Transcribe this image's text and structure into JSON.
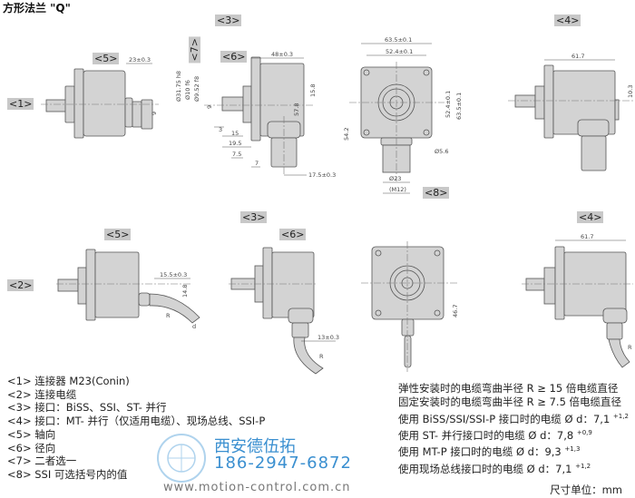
{
  "title": "方形法兰 \"Q\"",
  "tags": {
    "t1": "<1>",
    "t2": "<2>",
    "t3": "<3>",
    "t4": "<4>",
    "t5": "<5>",
    "t6": "<6>",
    "t7": "<7>",
    "t8": "<8>"
  },
  "dimensions": {
    "d23": "23±0.3",
    "d9": "9",
    "d48": "48±0.3",
    "d_shaft1": "Ø31.75 h8",
    "d_shaft2": "Ø10 f6",
    "d_shaft3": "Ø9.52 f8",
    "d15_8": "15.8",
    "d57_8": "57.8",
    "d3": "3",
    "d15": "15",
    "d19_5": "19.5",
    "d7_5": "7.5",
    "d7": "7",
    "d17_5": "17.5±0.3",
    "d63_5": "63.5±0.1",
    "d52_4": "52.4±0.1",
    "d54_2": "54.2",
    "d5_6": "Ø5.6",
    "d_ø23": "Ø23",
    "d_m12": "(M12)",
    "d61_7": "61.7",
    "d10_3": "10.3",
    "d15_5": "15.5±0.3",
    "d14_8": "14.8",
    "d13": "13±0.3",
    "d46_7": "46.7",
    "R": "R",
    "d": "d"
  },
  "legend": [
    "<1> 连接器 M23(Conin)",
    "<2> 连接电缆",
    "<3> 接口：BiSS、SSI、ST- 并行",
    "<4> 接口：MT- 并行（仅适用电缆）、现场总线、SSI-P",
    "<5> 轴向",
    "<6> 径向",
    "<7> 二者选一",
    "<8> SSI 可选括号内的值"
  ],
  "notes": [
    {
      "text": "弹性安装时的电缆弯曲半径 R ≥ 15 倍电缆直径",
      "tol": ""
    },
    {
      "text": "固定安装时的电缆弯曲半径 R ≥ 7.5 倍电缆直径",
      "tol": ""
    },
    {
      "text": "使用 BiSS/SSI/SSI-P 接口时的电缆 Ø d：7,1",
      "tol": "+1,2"
    },
    {
      "text": "使用 ST- 并行接口时的电缆 Ø d：7,8",
      "tol": "+0,9"
    },
    {
      "text": "使用 MT-P 接口时的电缆 Ø d：9,3",
      "tol": "+1,3"
    },
    {
      "text": "使用现场总线接口时的电缆 Ø d：7,1",
      "tol": "+1,2"
    }
  ],
  "unit": "尺寸单位：mm",
  "watermark": {
    "name": "西安德伍拓",
    "phone": "186-2947-6872",
    "url": "www.motion-control.com.cn",
    "logo_chars": "德伍拓"
  },
  "colors": {
    "part_fill": "#d3d3d3",
    "tag_bg": "#c8c8c8",
    "watermark": "#3a8fd0"
  }
}
